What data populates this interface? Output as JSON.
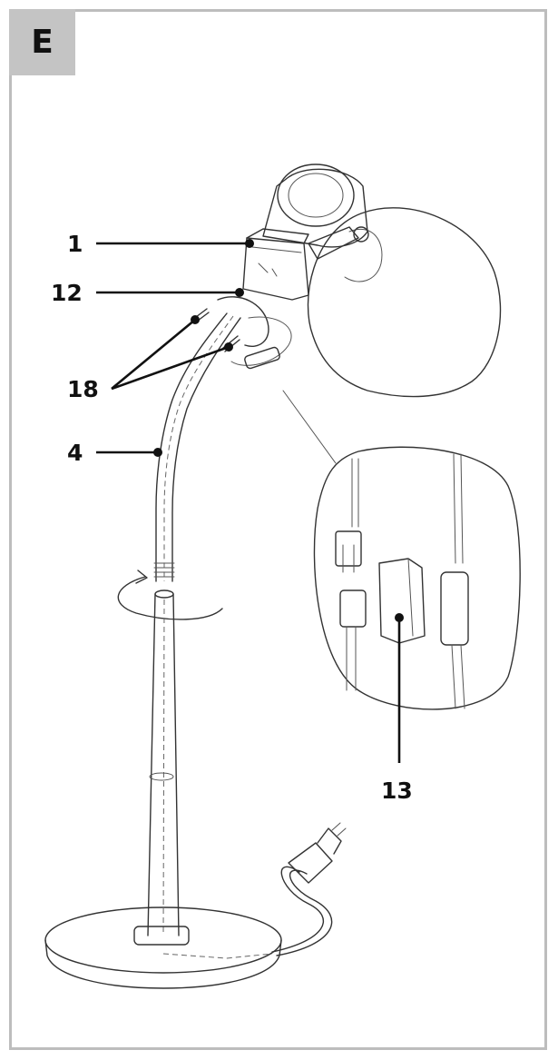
{
  "step": {
    "label": "E"
  },
  "callouts": {
    "c1": "1",
    "c12": "12",
    "c18": "18",
    "c4": "4",
    "c13": "13"
  },
  "colors": {
    "frame": "#bdbdbd",
    "badge": "#c4c4c4",
    "ink": "#111111"
  }
}
